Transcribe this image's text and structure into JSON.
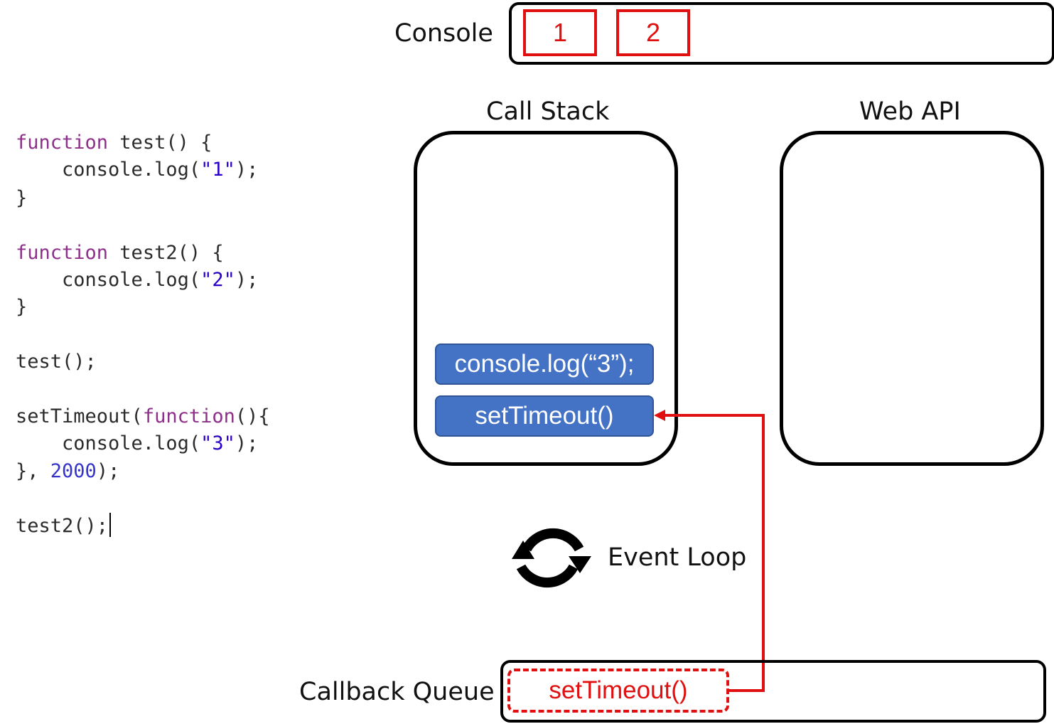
{
  "console": {
    "label": "Console",
    "outputs": [
      "1",
      "2"
    ]
  },
  "call_stack": {
    "label": "Call Stack",
    "frames": [
      "console.log(“3”);",
      "setTimeout()"
    ]
  },
  "web_api": {
    "label": "Web API"
  },
  "event_loop": {
    "label": "Event Loop",
    "icon": "refresh-cycle-icon"
  },
  "callback_queue": {
    "label": "Callback Queue",
    "items": [
      "setTimeout()"
    ]
  },
  "code": {
    "l1_kw": "function",
    "l1_rest": " test() {",
    "l2_pre": "    console.log(",
    "l2_str": "\"1\"",
    "l2_post": ");",
    "l3": "}",
    "l4_kw": "function",
    "l4_rest": " test2() {",
    "l5_pre": "    console.log(",
    "l5_str": "\"2\"",
    "l5_post": ");",
    "l6": "}",
    "l7": "test();",
    "l8_pre": "setTimeout(",
    "l8_kw": "function",
    "l8_post": "(){",
    "l9_pre": "    console.log(",
    "l9_str": "\"3\"",
    "l9_post": ");",
    "l10_pre": "}, ",
    "l10_num": "2000",
    "l10_post": ");",
    "l11": "test2();"
  },
  "colors": {
    "accent_red": "#e01010",
    "frame_blue": "#4472c4",
    "keyword": "#8e2f8a",
    "string": "#2a00c8"
  }
}
